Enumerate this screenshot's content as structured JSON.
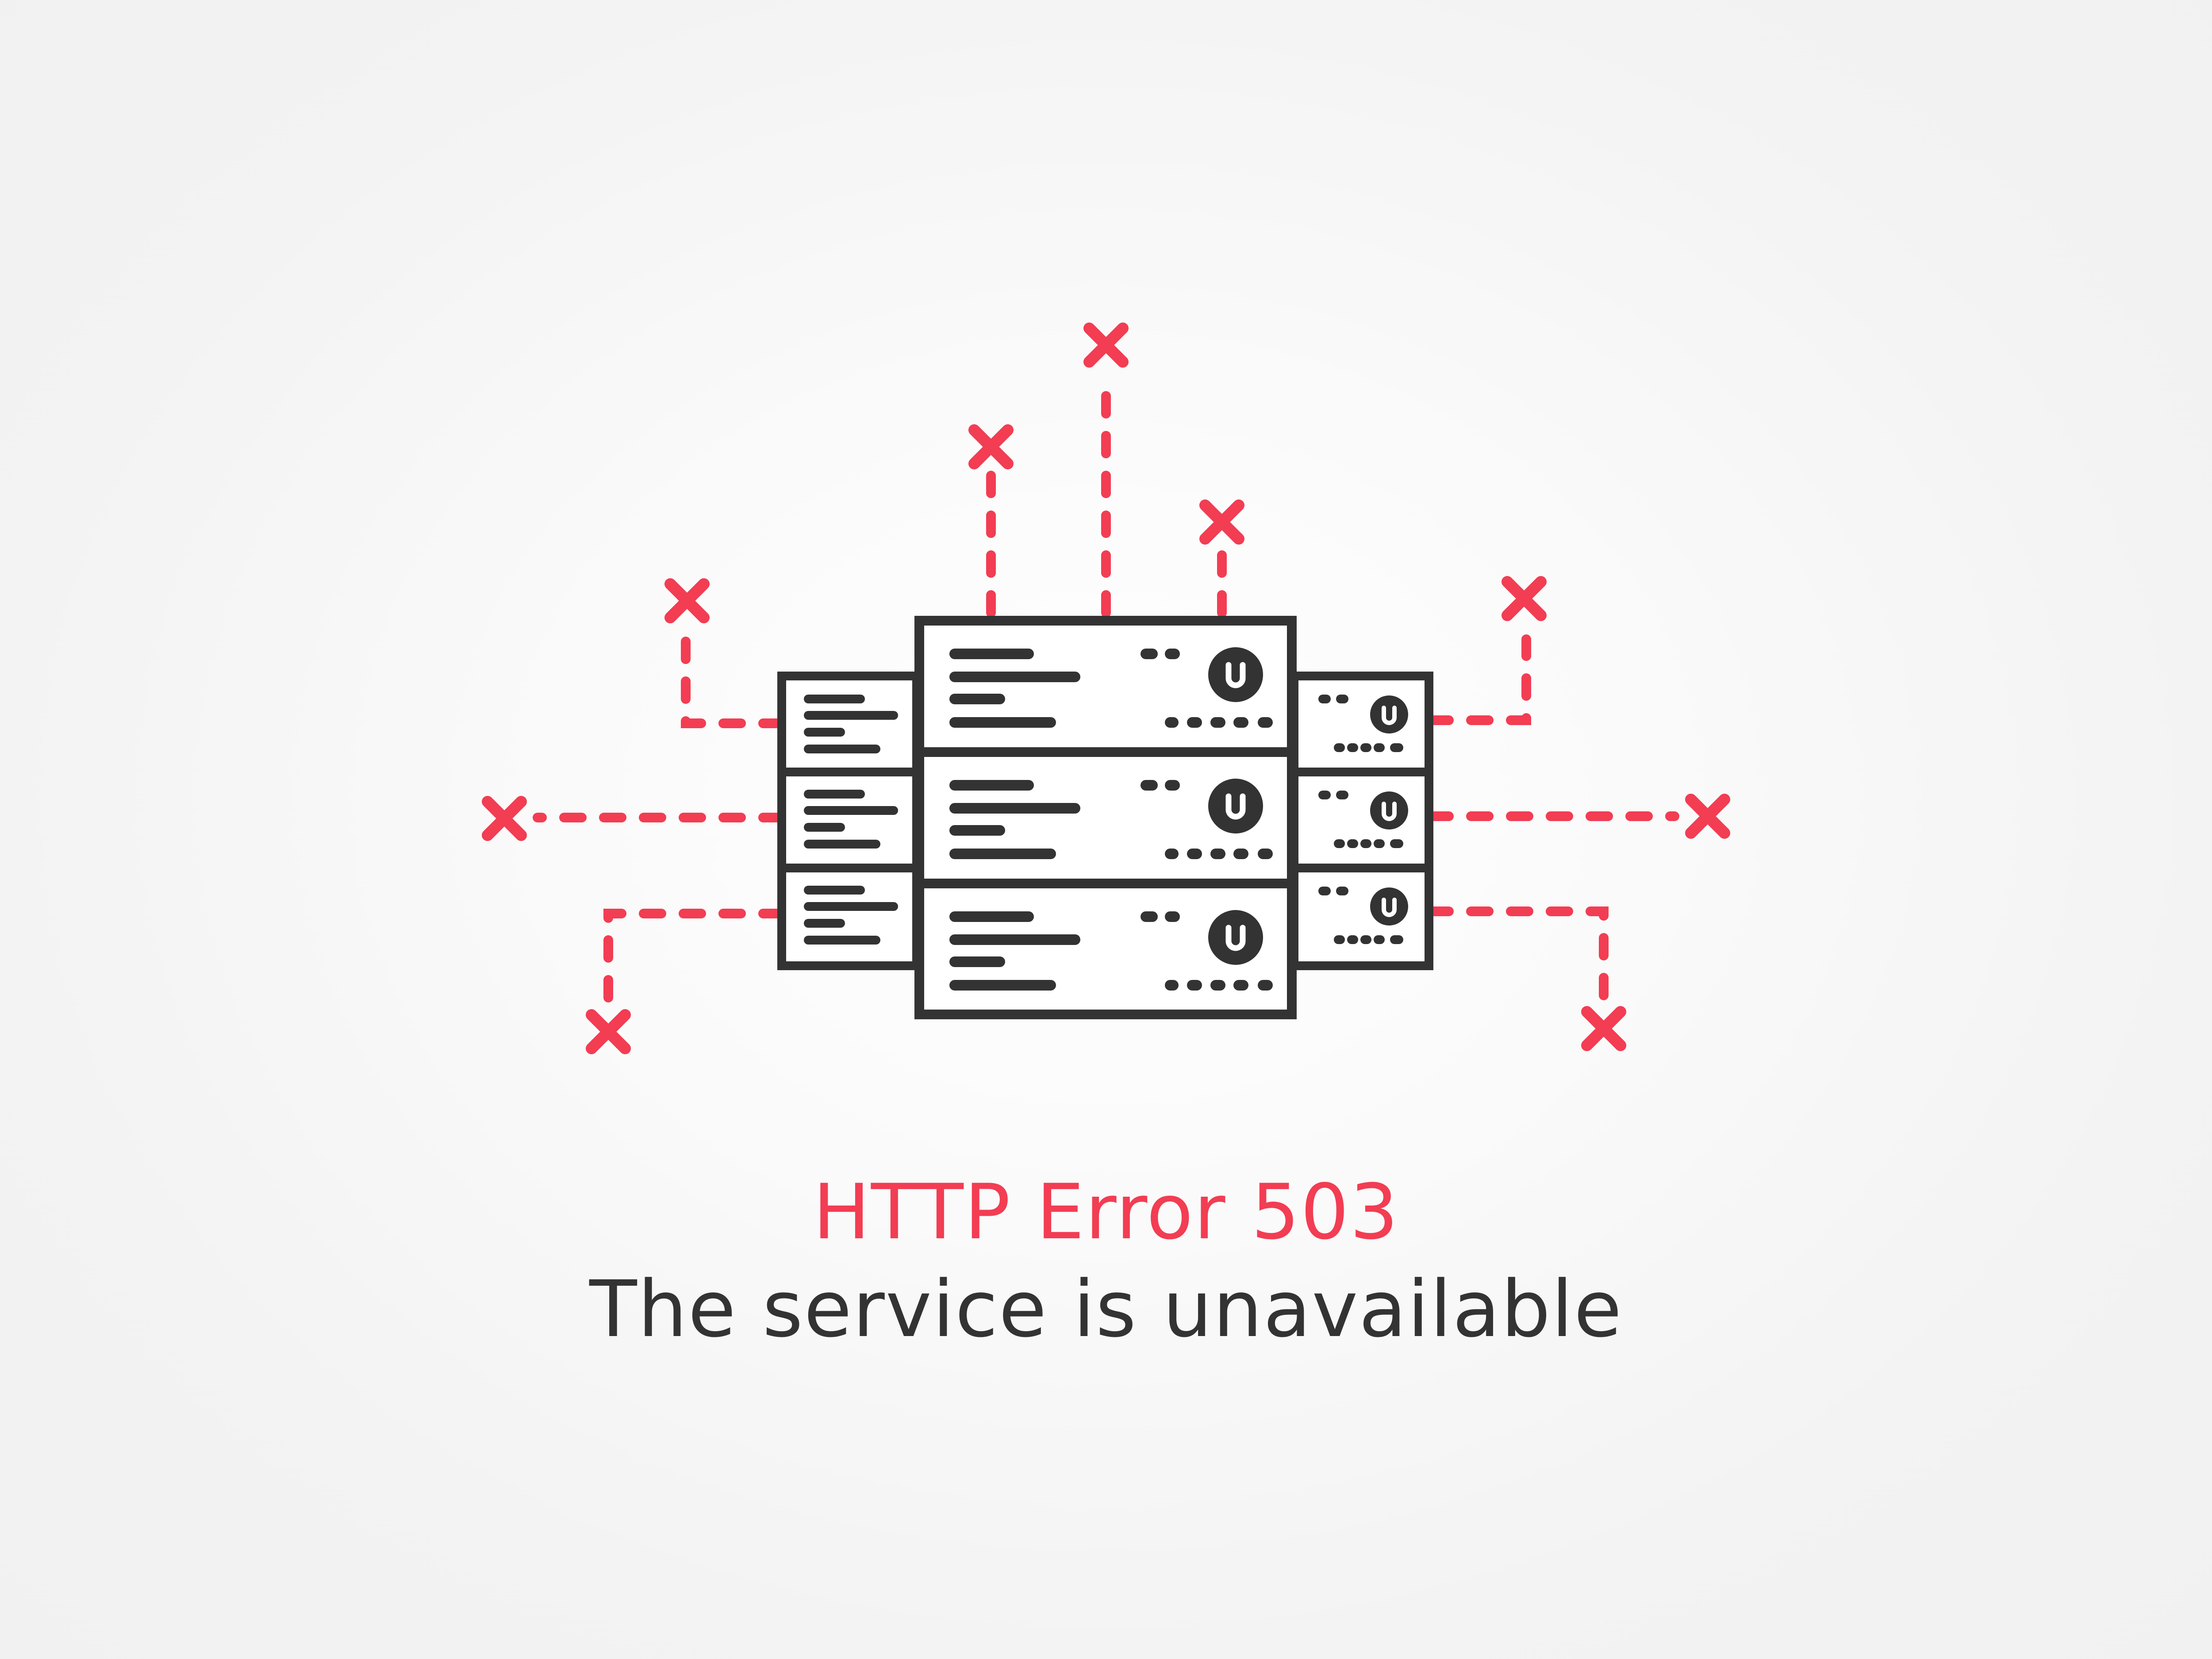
{
  "error": {
    "code_text": "HTTP Error 503",
    "message": "The service is unavailable"
  },
  "colors": {
    "accent": "#f23d53",
    "ink": "#333333",
    "background": "#f3f3f3"
  },
  "illustration": {
    "subject": "server-rack-icon",
    "status": "disconnected",
    "broken_link_marker": "x-mark-icon",
    "broken_link_count": 9
  }
}
